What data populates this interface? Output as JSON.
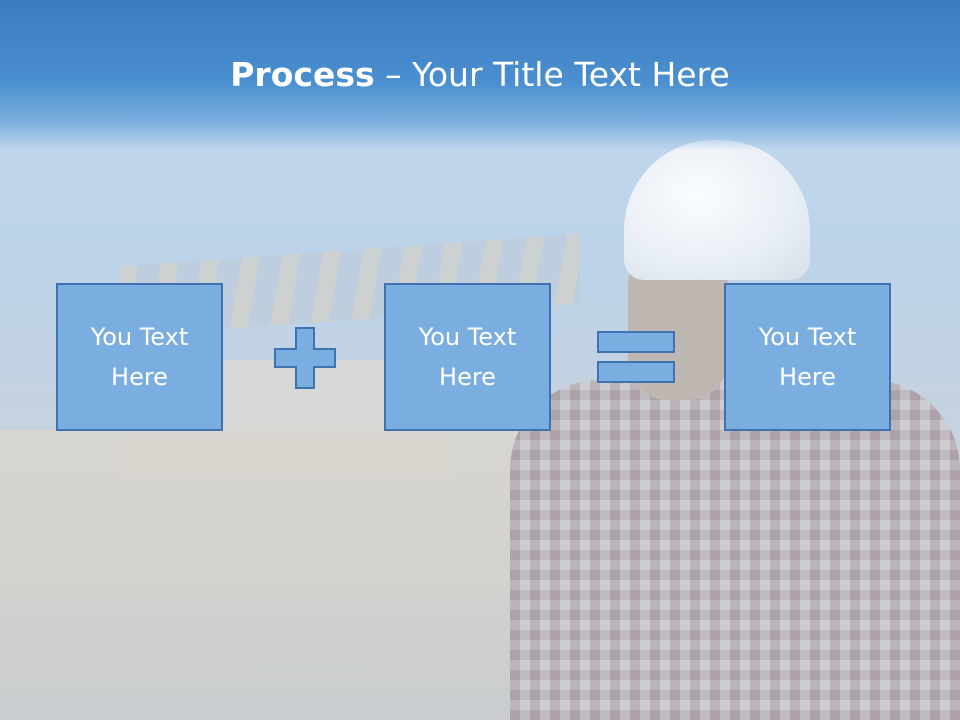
{
  "slide": {
    "title_bold": "Process",
    "title_rest": " – Your Title Text Here"
  },
  "process": {
    "boxes": [
      {
        "label": "You Text\nHere"
      },
      {
        "label": "You Text\nHere"
      },
      {
        "label": "You Text\nHere"
      }
    ],
    "operators": [
      "plus-icon",
      "equals-icon"
    ]
  },
  "colors": {
    "title_bar": "#3d7bbf",
    "box_fill": "#7aaee0",
    "box_border": "#3e72b0",
    "text": "#ffffff"
  }
}
